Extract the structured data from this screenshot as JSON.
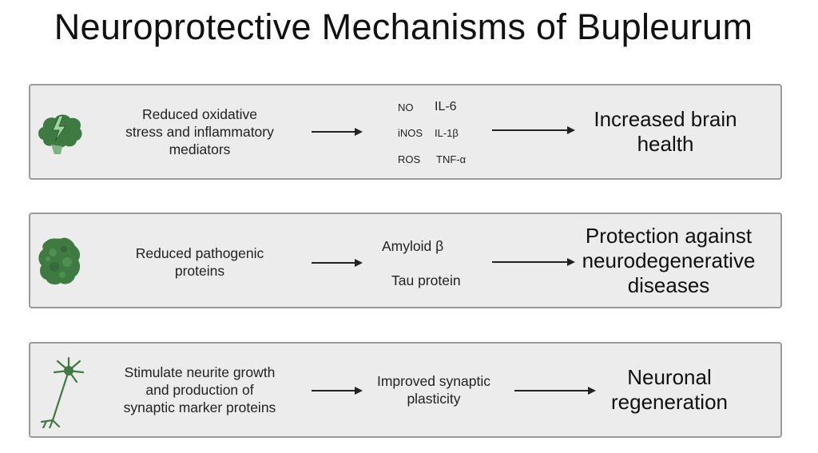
{
  "title": "Neuroprotective Mechanisms of Bupleurum",
  "panels": [
    {
      "cause": [
        "Reduced oxidative",
        "stress and inflammatory",
        "mediators"
      ],
      "markers": [
        "NO",
        "IL-6",
        "iNOS",
        "IL-1β",
        "ROS",
        "TNF-α"
      ],
      "outcome": [
        "Increased brain",
        "health"
      ],
      "icon": "brain-lightning-icon"
    },
    {
      "cause": [
        "Reduced pathogenic",
        "proteins"
      ],
      "markers": [
        "Amyloid β",
        "Tau protein"
      ],
      "outcome": [
        "Protection against",
        "neurodegenerative",
        "diseases"
      ],
      "icon": "protein-aggregate-icon"
    },
    {
      "cause": [
        "Stimulate neurite growth",
        "and production of",
        "synaptic marker proteins"
      ],
      "markers": [
        "Improved synaptic",
        "plasticity"
      ],
      "outcome": [
        "Neuronal",
        "regeneration"
      ],
      "icon": "neuron-icon"
    }
  ],
  "colors": {
    "panel_bg": "#ececec",
    "panel_border": "#9a9a9a",
    "icon_green": "#3f7a43",
    "arrow": "#222222"
  }
}
